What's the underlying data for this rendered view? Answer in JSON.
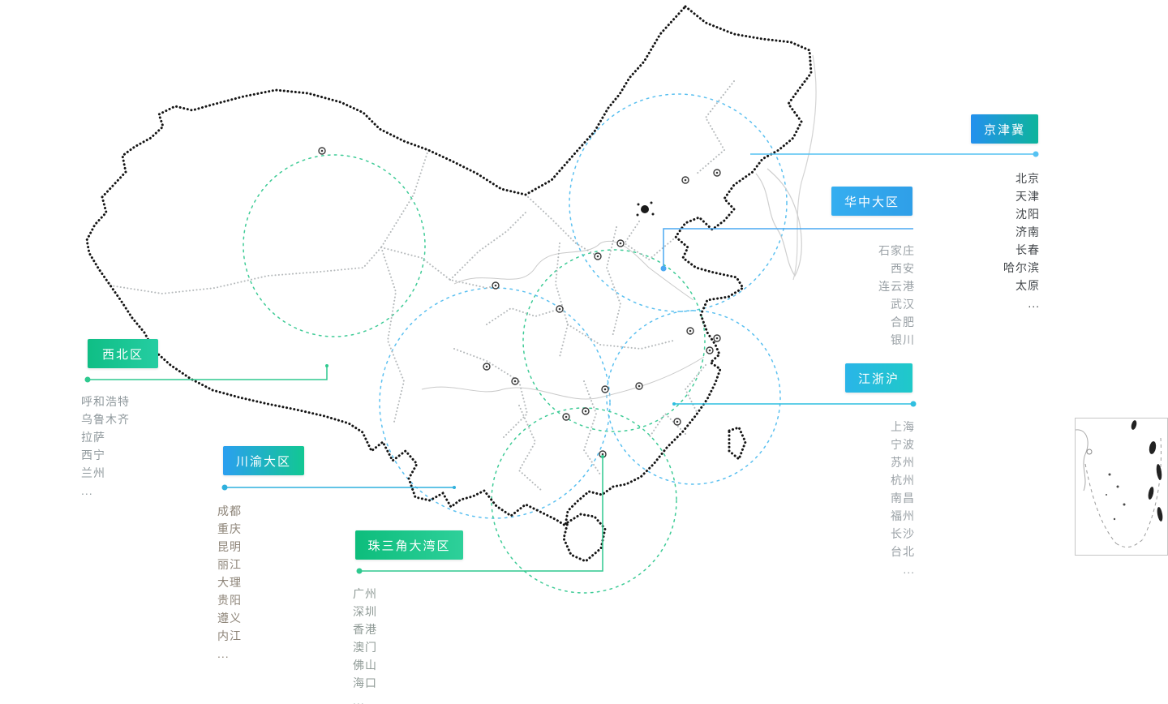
{
  "palette": {
    "map_outline": "#151515",
    "province_border": "#b5b9bb",
    "blue_accent": "#4fb9ef",
    "green_accent": "#2fc98f",
    "cyan_accent": "#29c0dc"
  },
  "regions": [
    {
      "id": "xibei",
      "label": "西北区",
      "label_colors": [
        "#0fbe85",
        "#25cda2"
      ],
      "line_color": "#2fc98f",
      "list_color": "#8f989c",
      "cities": [
        "呼和浩特",
        "乌鲁木齐",
        "拉萨",
        "西宁",
        "兰州",
        "..."
      ]
    },
    {
      "id": "jingjinji",
      "label": "京津冀",
      "label_colors": [
        "#2490ee",
        "#0db49c"
      ],
      "line_color": "#55c2f2",
      "list_color": "#43474b",
      "cities": [
        "北京",
        "天津",
        "沈阳",
        "济南",
        "长春",
        "哈尔滨",
        "太原",
        "..."
      ]
    },
    {
      "id": "huazhong",
      "label": "华中大区",
      "label_colors": [
        "#35aef0",
        "#2f9fe8"
      ],
      "line_color": "#4aa9f2",
      "list_color": "#9aa1a6",
      "cities": [
        "石家庄",
        "西安",
        "连云港",
        "武汉",
        "合肥",
        "银川"
      ]
    },
    {
      "id": "jiangzhehu",
      "label": "江浙沪",
      "label_colors": [
        "#2ab5e8",
        "#1fc9c9"
      ],
      "line_color": "#2fbfe0",
      "list_color": "#9aa1a6",
      "cities": [
        "上海",
        "宁波",
        "苏州",
        "杭州",
        "南昌",
        "福州",
        "长沙",
        "台北",
        "..."
      ]
    },
    {
      "id": "chuanyu",
      "label": "川渝大区",
      "label_colors": [
        "#2b9ff0",
        "#12c793"
      ],
      "line_color": "#2fb0dd",
      "list_color": "#8d8478",
      "cities": [
        "成都",
        "重庆",
        "昆明",
        "丽江",
        "大理",
        "贵阳",
        "遵义",
        "内江",
        "..."
      ]
    },
    {
      "id": "zhusanjiao",
      "label": "珠三角大湾区",
      "label_colors": [
        "#0dbd7c",
        "#2ed09a"
      ],
      "line_color": "#2fc98f",
      "list_color": "#8f9a96",
      "cities": [
        "广州",
        "深圳",
        "香港",
        "澳门",
        "佛山",
        "海口",
        "..."
      ]
    }
  ]
}
